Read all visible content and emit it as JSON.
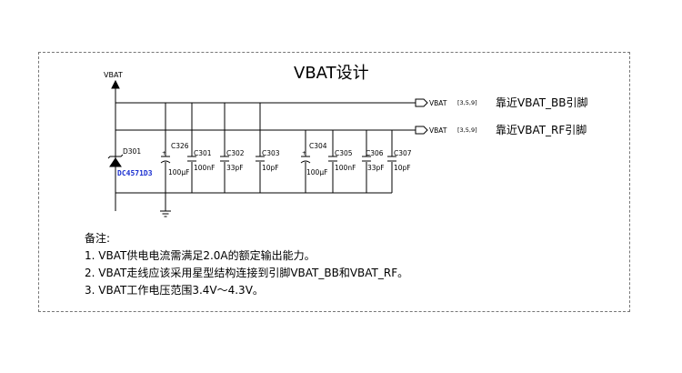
{
  "title": "VBAT设计",
  "power_symbol": "VBAT",
  "nets": [
    {
      "label": "VBAT",
      "pins": "[3,5,9]",
      "note": "靠近VBAT_BB引脚"
    },
    {
      "label": "VBAT",
      "pins": "[3,5,9]",
      "note": "靠近VBAT_RF引脚"
    }
  ],
  "diode": {
    "ref": "D301",
    "part": "DC4571D3"
  },
  "capacitors": [
    {
      "ref": "C326",
      "value": "100μF"
    },
    {
      "ref": "C301",
      "value": "100nF"
    },
    {
      "ref": "C302",
      "value": "33pF"
    },
    {
      "ref": "C303",
      "value": "10pF"
    },
    {
      "ref": "C304",
      "value": "100μF"
    },
    {
      "ref": "C305",
      "value": "100nF"
    },
    {
      "ref": "C306",
      "value": "33pF"
    },
    {
      "ref": "C307",
      "value": "10pF"
    }
  ],
  "notes": {
    "heading": "备注:",
    "items": [
      "1. VBAT供电电流需满足2.0A的额定输出能力。",
      "2. VBAT走线应该采用星型结构连接到引脚VBAT_BB和VBAT_RF。",
      "3. VBAT工作电压范围3.4V～4.3V。"
    ]
  }
}
